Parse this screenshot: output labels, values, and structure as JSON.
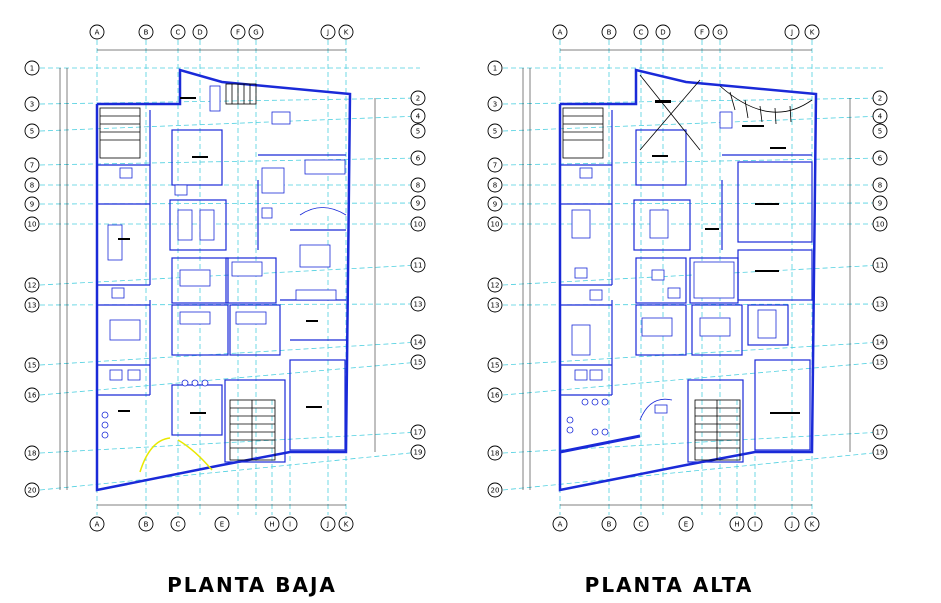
{
  "plans": [
    {
      "id": "baja",
      "title": "PLANTA BAJA",
      "top_letters": [
        "A",
        "B",
        "C",
        "D",
        "F",
        "G",
        "J",
        "K"
      ],
      "bottom_letters": [
        "A",
        "B",
        "C",
        "E",
        "H",
        "I",
        "J",
        "K"
      ],
      "left_numbers": [
        "1",
        "3",
        "5",
        "7",
        "8",
        "9",
        "10",
        "12",
        "13",
        "15",
        "16",
        "18",
        "20"
      ],
      "right_numbers": [
        "2",
        "4",
        "5",
        "6",
        "8",
        "9",
        "10",
        "11",
        "13",
        "14",
        "15",
        "17",
        "19"
      ]
    },
    {
      "id": "alta",
      "title": "PLANTA ALTA",
      "top_letters": [
        "A",
        "B",
        "C",
        "D",
        "F",
        "G",
        "J",
        "K"
      ],
      "bottom_letters": [
        "A",
        "B",
        "C",
        "E",
        "H",
        "I",
        "J",
        "K"
      ],
      "left_numbers": [
        "1",
        "3",
        "5",
        "7",
        "8",
        "9",
        "10",
        "12",
        "13",
        "15",
        "16",
        "18",
        "20"
      ],
      "right_numbers": [
        "2",
        "4",
        "5",
        "6",
        "8",
        "9",
        "10",
        "11",
        "13",
        "14",
        "15",
        "17",
        "19"
      ]
    }
  ],
  "colors": {
    "wall": "#1a2ad8",
    "grid": "#4fd0e0",
    "stair": "#e8e800"
  }
}
